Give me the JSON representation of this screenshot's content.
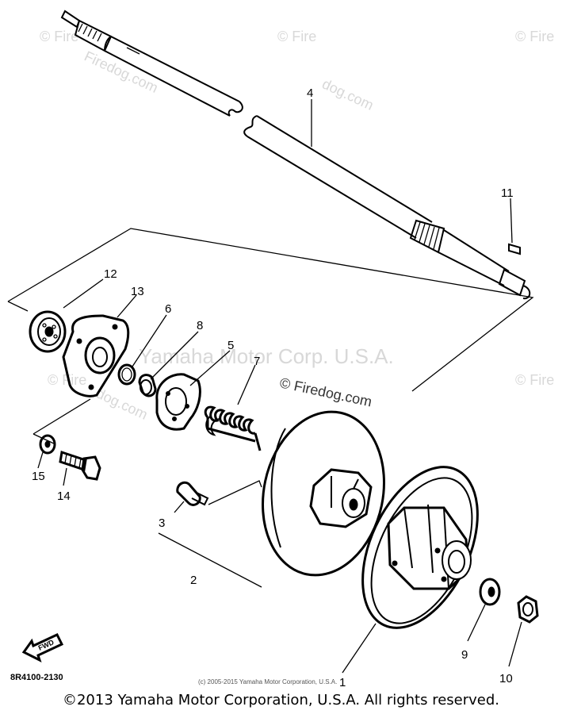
{
  "watermarks": {
    "firedog_short": "© Fire",
    "firedog_long": "© Firedog.com",
    "firedog_url": "Firedog.com",
    "firedog_dog": "dog.com",
    "yamaha": "Yamaha Motor Corp. U.S.A."
  },
  "callouts": {
    "c1": "1",
    "c2": "2",
    "c3": "3",
    "c4": "4",
    "c5": "5",
    "c6": "6",
    "c7": "7",
    "c8": "8",
    "c9": "9",
    "c10": "10",
    "c11": "11",
    "c12": "12",
    "c13": "13",
    "c14": "14",
    "c15": "15"
  },
  "fwd_label": "FWD",
  "diagram_code": "8R4100-2130",
  "small_copyright": "(c) 2005-2015 Yamaha Motor Corporation, U.S.A.",
  "copyright": "©2013 Yamaha Motor Corporation, U.S.A. All rights reserved."
}
